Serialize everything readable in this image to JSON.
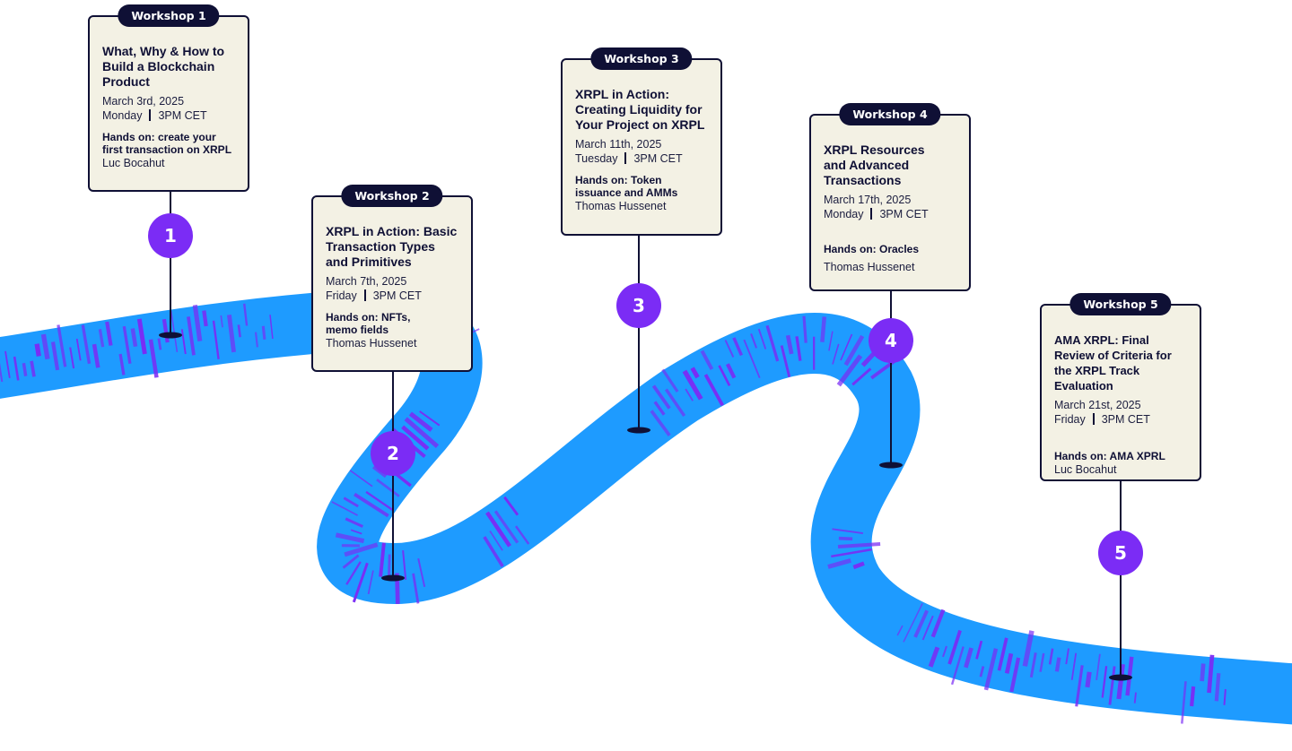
{
  "colors": {
    "road_blue": "#1e9bff",
    "road_purple": "#7b2cf5",
    "card_bg": "#f3f1e4",
    "navy": "#0f1035"
  },
  "workshops": [
    {
      "badge": "Workshop 1",
      "title": "What, Why & How to Build a Blockchain Product",
      "date": "March 3rd, 2025",
      "day": "Monday",
      "time": "3PM CET",
      "hands_on": "Hands on: create your first transaction on XRPL",
      "speaker": "Luc Bocahut",
      "number": "1"
    },
    {
      "badge": "Workshop 2",
      "title": "XRPL in Action: Basic Transaction Types and Primitives",
      "date": "March 7th, 2025",
      "day": "Friday",
      "time": "3PM CET",
      "hands_on": "Hands on: NFTs, memo fields",
      "speaker": "Thomas Hussenet",
      "number": "2"
    },
    {
      "badge": "Workshop 3",
      "title": "XRPL in Action: Creating Liquidity for Your Project on XRPL",
      "date": "March 11th, 2025",
      "day": "Tuesday",
      "time": "3PM CET",
      "hands_on": "Hands on: Token issuance and AMMs",
      "speaker": "Thomas Hussenet",
      "number": "3"
    },
    {
      "badge": "Workshop 4",
      "title": "XRPL Resources and Advanced Transactions",
      "date": "March 17th, 2025",
      "day": "Monday",
      "time": "3PM CET",
      "hands_on": "Hands on: Oracles",
      "speaker": "Thomas Hussenet",
      "number": "4"
    },
    {
      "badge": "Workshop 5",
      "title": "AMA XRPL: Final Review of Criteria for the XRPL Track Evaluation",
      "date": "March 21st, 2025",
      "day": "Friday",
      "time": "3PM CET",
      "hands_on": "Hands on: AMA XPRL",
      "speaker": "Luc Bocahut",
      "number": "5"
    }
  ]
}
